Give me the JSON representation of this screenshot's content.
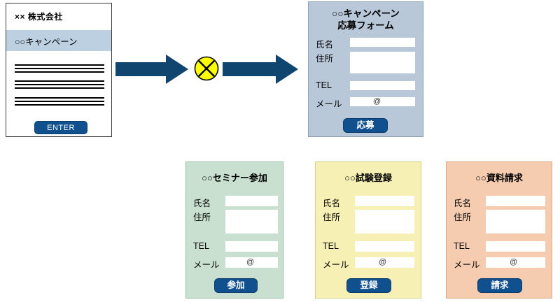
{
  "diagram": {
    "title_hidden": "",
    "colors": {
      "arrow": "#10456f",
      "circle_fill": "#ffff00",
      "circle_stroke": "#000000",
      "button": "#10508e",
      "campaign_bg": "#b9c8d9",
      "seminar_bg": "#c9e0d0",
      "exam_bg": "#f6f0b4",
      "brochure_bg": "#f6ccb0",
      "highlight_bar": "#bcd0e2"
    }
  },
  "document": {
    "company": "×× 株式会社",
    "campaign_link": "○○キャンペーン",
    "body_line_groups": [
      3,
      3,
      3
    ],
    "enter_label": "ENTER"
  },
  "flow": {
    "arrow_1": "arrow-right",
    "blocker": "circle-x-icon",
    "arrow_2": "arrow-right"
  },
  "campaign_form": {
    "title_line1": "○○キャンペーン",
    "title_line2": "応募フォーム",
    "fields": [
      {
        "label": "氏名",
        "value": "",
        "type": "text"
      },
      {
        "label": "住所",
        "value": "",
        "type": "textarea"
      },
      {
        "label": "TEL",
        "value": "",
        "type": "text"
      },
      {
        "label": "メール",
        "value": "",
        "type": "email",
        "hint": "@"
      }
    ],
    "submit_label": "応募"
  },
  "seminar_form": {
    "title": "○○セミナー参加",
    "fields": [
      {
        "label": "氏名",
        "value": "",
        "type": "text"
      },
      {
        "label": "住所",
        "value": "",
        "type": "textarea"
      },
      {
        "label": "TEL",
        "value": "",
        "type": "text"
      },
      {
        "label": "メール",
        "value": "",
        "type": "email",
        "hint": "@"
      }
    ],
    "submit_label": "参加"
  },
  "exam_form": {
    "title": "○○試験登録",
    "fields": [
      {
        "label": "氏名",
        "value": "",
        "type": "text"
      },
      {
        "label": "住所",
        "value": "",
        "type": "textarea"
      },
      {
        "label": "TEL",
        "value": "",
        "type": "text"
      },
      {
        "label": "メール",
        "value": "",
        "type": "email",
        "hint": "@"
      }
    ],
    "submit_label": "登録"
  },
  "brochure_form": {
    "title": "○○資料請求",
    "fields": [
      {
        "label": "氏名",
        "value": "",
        "type": "text"
      },
      {
        "label": "住所",
        "value": "",
        "type": "textarea"
      },
      {
        "label": "TEL",
        "value": "",
        "type": "text"
      },
      {
        "label": "メール",
        "value": "",
        "type": "email",
        "hint": "@"
      }
    ],
    "submit_label": "請求"
  }
}
